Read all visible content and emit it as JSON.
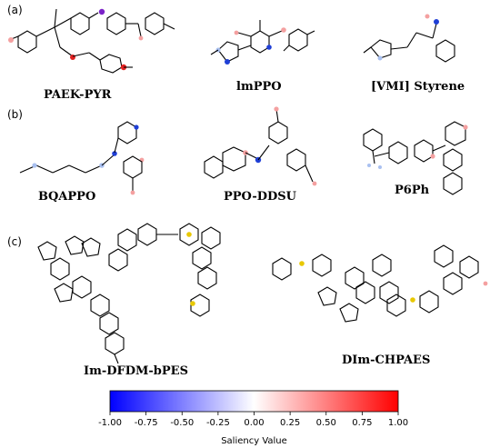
{
  "panels": {
    "a": {
      "label": "(a)",
      "molecules": [
        "PAEK-PYR",
        "lmPPO",
        "[VMI] Styrene"
      ]
    },
    "b": {
      "label": "(b)",
      "molecules": [
        "BQAPPO",
        "PPO-DDSU",
        "P6Ph"
      ]
    },
    "c": {
      "label": "(c)",
      "molecules": [
        "Im-DFDM-bPES",
        "DIm-CHPAES"
      ]
    }
  },
  "colorbar": {
    "label": "Saliency Value",
    "ticks": [
      "-1.00",
      "-0.75",
      "-0.50",
      "-0.25",
      "0.00",
      "0.25",
      "0.50",
      "0.75",
      "1.00"
    ],
    "range": [
      -1.0,
      1.0
    ],
    "colormap": "bwr",
    "colors": {
      "low": "#0000ff",
      "mid": "#ffffff",
      "high": "#ff0000"
    }
  },
  "atom_colors": {
    "blue": "#1f3fd6",
    "red": "#e02020",
    "purple": "#7b22c8",
    "pink": "#f4a0a0",
    "lightblue": "#a9c0f0",
    "gray": "#cfcfcf"
  }
}
